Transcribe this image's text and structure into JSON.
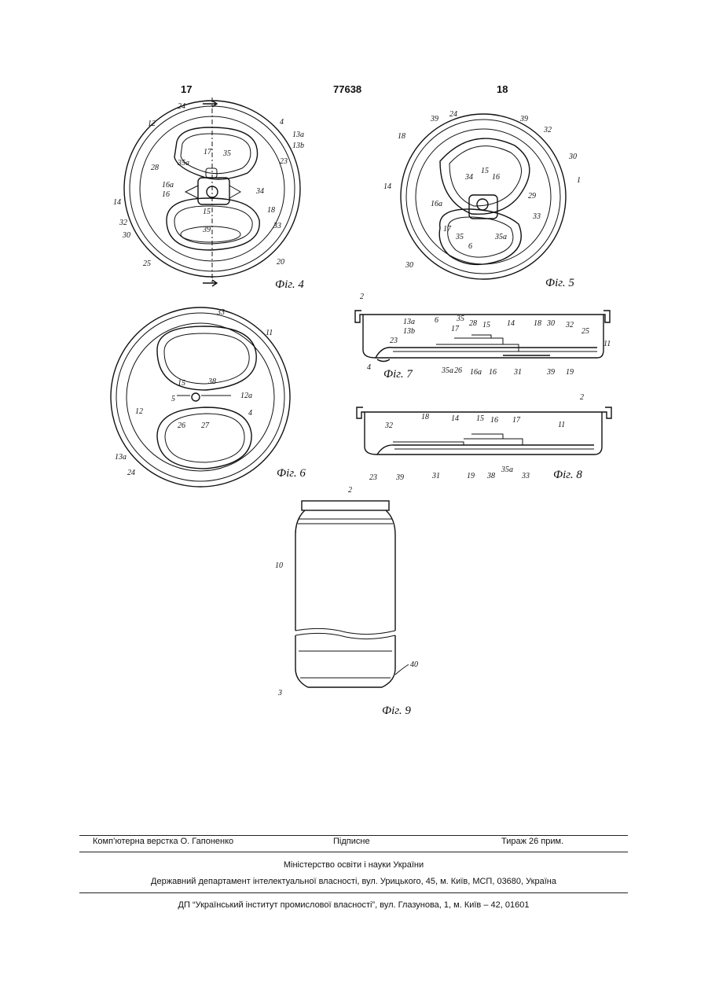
{
  "header": {
    "left_page": "17",
    "patent_number": "77638",
    "right_page": "18"
  },
  "figures": {
    "fig4": {
      "caption": "Фіг. 4",
      "labels": [
        "24",
        "12",
        "4",
        "13а",
        "13b",
        "17",
        "35",
        "28",
        "35а",
        "23",
        "16а",
        "16",
        "34",
        "14",
        "15",
        "32",
        "18",
        "30",
        "39",
        "33",
        "25",
        "20"
      ]
    },
    "fig5": {
      "caption": "Фіг. 5",
      "labels": [
        "39",
        "24",
        "39",
        "32",
        "18",
        "30",
        "15",
        "34",
        "16",
        "14",
        "1",
        "29",
        "16а",
        "33",
        "17",
        "35",
        "35а",
        "6",
        "30"
      ]
    },
    "fig6": {
      "caption": "Фіг. 6",
      "labels": [
        "33",
        "11",
        "15",
        "38",
        "5",
        "12а",
        "12",
        "26",
        "27",
        "4",
        "13а",
        "24"
      ]
    },
    "fig7": {
      "caption": "Фіг. 7",
      "labels": [
        "2",
        "13а",
        "13b",
        "6",
        "35",
        "17",
        "28",
        "15",
        "14",
        "18",
        "30",
        "32",
        "25",
        "23",
        "11",
        "4",
        "35а",
        "26",
        "16а",
        "16",
        "31",
        "39",
        "19"
      ]
    },
    "fig8": {
      "caption": "Фіг. 8",
      "labels": [
        "2",
        "18",
        "14",
        "15",
        "16",
        "17",
        "11",
        "32",
        "23",
        "39",
        "31",
        "19",
        "38",
        "35а",
        "33"
      ]
    },
    "fig9": {
      "caption": "Фіг. 9",
      "labels": [
        "2",
        "10",
        "40",
        "3"
      ]
    }
  },
  "footer": {
    "typesetting": "Комп’ютерна верстка О. Гапоненко",
    "signed": "Підписне",
    "circulation": "Тираж 26 прим.",
    "ministry": "Міністерство освіти і науки України",
    "department": "Державний департамент інтелектуальної власності, вул. Урицького, 45, м. Київ, МСП, 03680, Україна",
    "institute": "ДП “Український інститут промислової власності”, вул. Глазунова, 1, м. Київ – 42, 01601"
  }
}
